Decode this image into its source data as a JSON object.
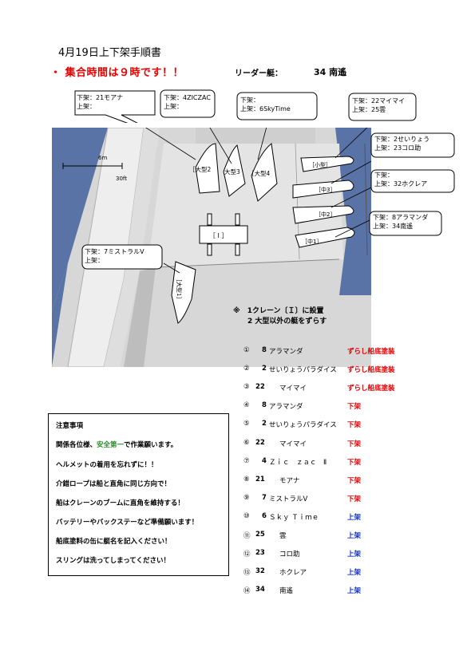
{
  "title": "4月19日上下架手順書",
  "assembly_notice": "・ 集合時間は９時です！！",
  "leader": {
    "label": "リーダー艇：",
    "value": "34 南遙"
  },
  "map": {
    "scale_label": "6m",
    "scale_sub_label": "30ft",
    "crane_label": "［ I ］",
    "callouts": [
      {
        "line1": "下架：21モアナ",
        "line2": "上架："
      },
      {
        "line1": "下架：4ZICZAC",
        "line2": "上架："
      },
      {
        "line1": "下架：",
        "line2": "上架：6SkyTime"
      },
      {
        "line1": "下架：22マイマイ",
        "line2": "上架：25雲"
      },
      {
        "line1": "下架：2せいりょう",
        "line2": "上架：23コロ助"
      },
      {
        "line1": "下架：",
        "line2": "上架：32ホクレア"
      },
      {
        "line1": "下架：8アラマンダ",
        "line2": "上架：34南遙"
      },
      {
        "line1": "下架：7ミストラルV",
        "line2": "上架："
      }
    ],
    "berths": {
      "large2": "［大型2",
      "large3": "大型3",
      "large4": "［大型4",
      "small": "［小型］",
      "mid3": "［中3］",
      "mid2": "［中2］",
      "mid1": "［中1］",
      "large1": "［大型1］"
    }
  },
  "crane_notes": {
    "line1": "※　1クレーン〔Ｉ〕に設置",
    "line2": "2 大型以外の艇をずらす"
  },
  "notes": {
    "title": "注意事項",
    "line1_pre": "関係各位様、",
    "line1_green": "安全第一",
    "line1_post": "で作業願います。",
    "line2": "ヘルメットの着用を忘れずに！！",
    "line3": "介錯ロープは船と直角に同じ方向で！",
    "line4": "船はクレーンのブームに直角を維持する！",
    "line5": "バッテリーやバックステーなど準備願います！",
    "line6": "船底塗料の缶に艇名を記入ください！",
    "line7": "スリングは洗ってしまってください！"
  },
  "steps": [
    {
      "num": "①",
      "id": "8",
      "name": "アラマンダ",
      "action": "ずらし船底塗装",
      "color": "#e60000"
    },
    {
      "num": "②",
      "id": "2",
      "name": "せいりょうパラダイス",
      "action": "ずらし船底塗装",
      "color": "#e60000"
    },
    {
      "num": "③",
      "id": "22",
      "name": "マイマイ",
      "action": "ずらし船底塗装",
      "color": "#e60000"
    },
    {
      "num": "④",
      "id": "8",
      "name": "アラマンダ",
      "action": "下架",
      "color": "#e60000"
    },
    {
      "num": "⑤",
      "id": "2",
      "name": "せいりょうパラダイス",
      "action": "下架",
      "color": "#e60000"
    },
    {
      "num": "⑥",
      "id": "22",
      "name": "マイマイ",
      "action": "下架",
      "color": "#e60000"
    },
    {
      "num": "⑦",
      "id": "4",
      "name": "Ｚｉｃ　ｚａｃ　Ⅱ",
      "action": "下架",
      "color": "#e60000"
    },
    {
      "num": "⑧",
      "id": "21",
      "name": "モアナ",
      "action": "下架",
      "color": "#e60000"
    },
    {
      "num": "⑨",
      "id": "7",
      "name": "ミストラルⅤ",
      "action": "下架",
      "color": "#e60000"
    },
    {
      "num": "⑩",
      "id": "6",
      "name": "Ｓｋｙ Ｔｉｍｅ",
      "action": "上架",
      "color": "#1030c0"
    },
    {
      "num": "⑪",
      "id": "25",
      "name": "雲",
      "action": "上架",
      "color": "#1030c0"
    },
    {
      "num": "⑫",
      "id": "23",
      "name": "コロ助",
      "action": "上架",
      "color": "#1030c0"
    },
    {
      "num": "⑬",
      "id": "32",
      "name": "ホクレア",
      "action": "上架",
      "color": "#1030c0"
    },
    {
      "num": "⑭",
      "id": "34",
      "name": "南遙",
      "action": "上架",
      "color": "#1030c0"
    }
  ]
}
